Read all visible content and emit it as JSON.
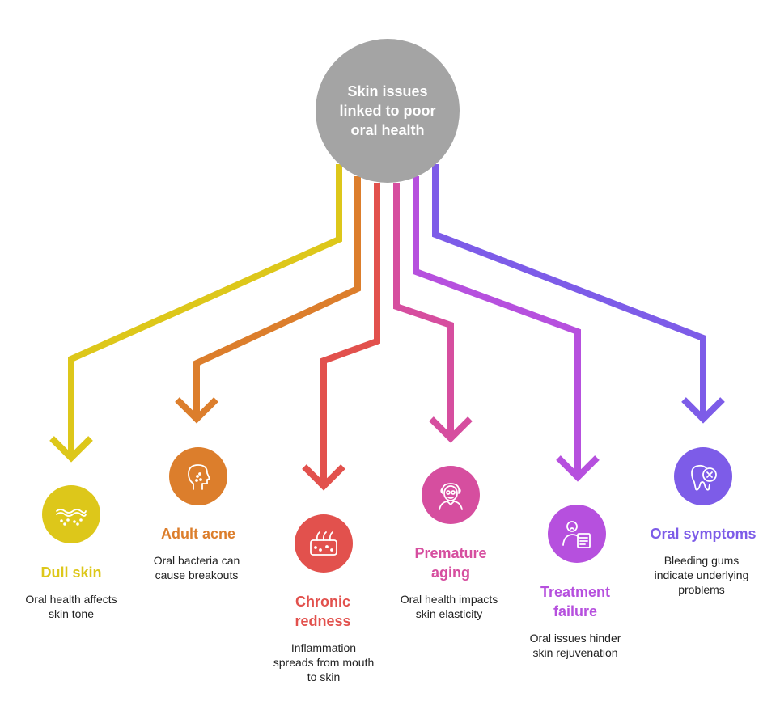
{
  "center": {
    "label": "Skin issues\nlinked to poor\noral health",
    "color": "#a4a4a4"
  },
  "nodes": [
    {
      "title": "Dull skin",
      "description": "Oral health affects\nskin tone",
      "color": "#ddc71a",
      "icon": "skin-texture-icon"
    },
    {
      "title": "Adult acne",
      "description": "Oral bacteria can\ncause breakouts",
      "color": "#dc7e2c",
      "icon": "acne-face-icon"
    },
    {
      "title": "Chronic\nredness",
      "description": "Inflammation\nspreads from mouth\nto skin",
      "color": "#e2514d",
      "icon": "skin-inflammation-icon"
    },
    {
      "title": "Premature\naging",
      "description": "Oral health impacts\nskin elasticity",
      "color": "#d64e9f",
      "icon": "elderly-person-icon"
    },
    {
      "title": "Treatment\nfailure",
      "description": "Oral issues hinder\nskin rejuvenation",
      "color": "#b650de",
      "icon": "patient-report-icon"
    },
    {
      "title": "Oral symptoms",
      "description": "Bleeding gums\nindicate underlying\nproblems",
      "color": "#7d5ce8",
      "icon": "tooth-x-icon"
    }
  ]
}
